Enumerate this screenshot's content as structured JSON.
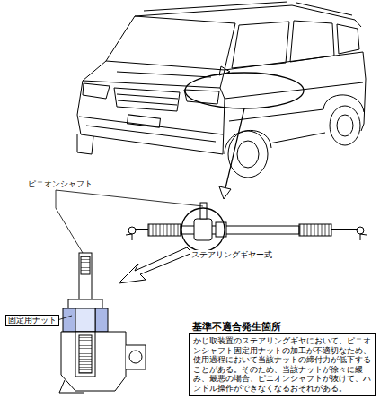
{
  "diagram": {
    "nodes": [
      {
        "text": [
          "基準不適合発生箇所",
          "かじ取装置のステアリングギヤにおいて、ピニオンシャフト固定用ナットの加工が不適切なため、使用過程において当該ナットの締付力が低下することがある。そのため、当該ナットが徐々に緩み、最悪の場合、ピニオンシャフトが抜けて、ハンドル操作ができなくなるおそれがある。"
        ]
      }
    ],
    "labels": [
      "ピニオンシャフト",
      "ステアリングギヤー式",
      "固定用ナット"
    ]
  }
}
